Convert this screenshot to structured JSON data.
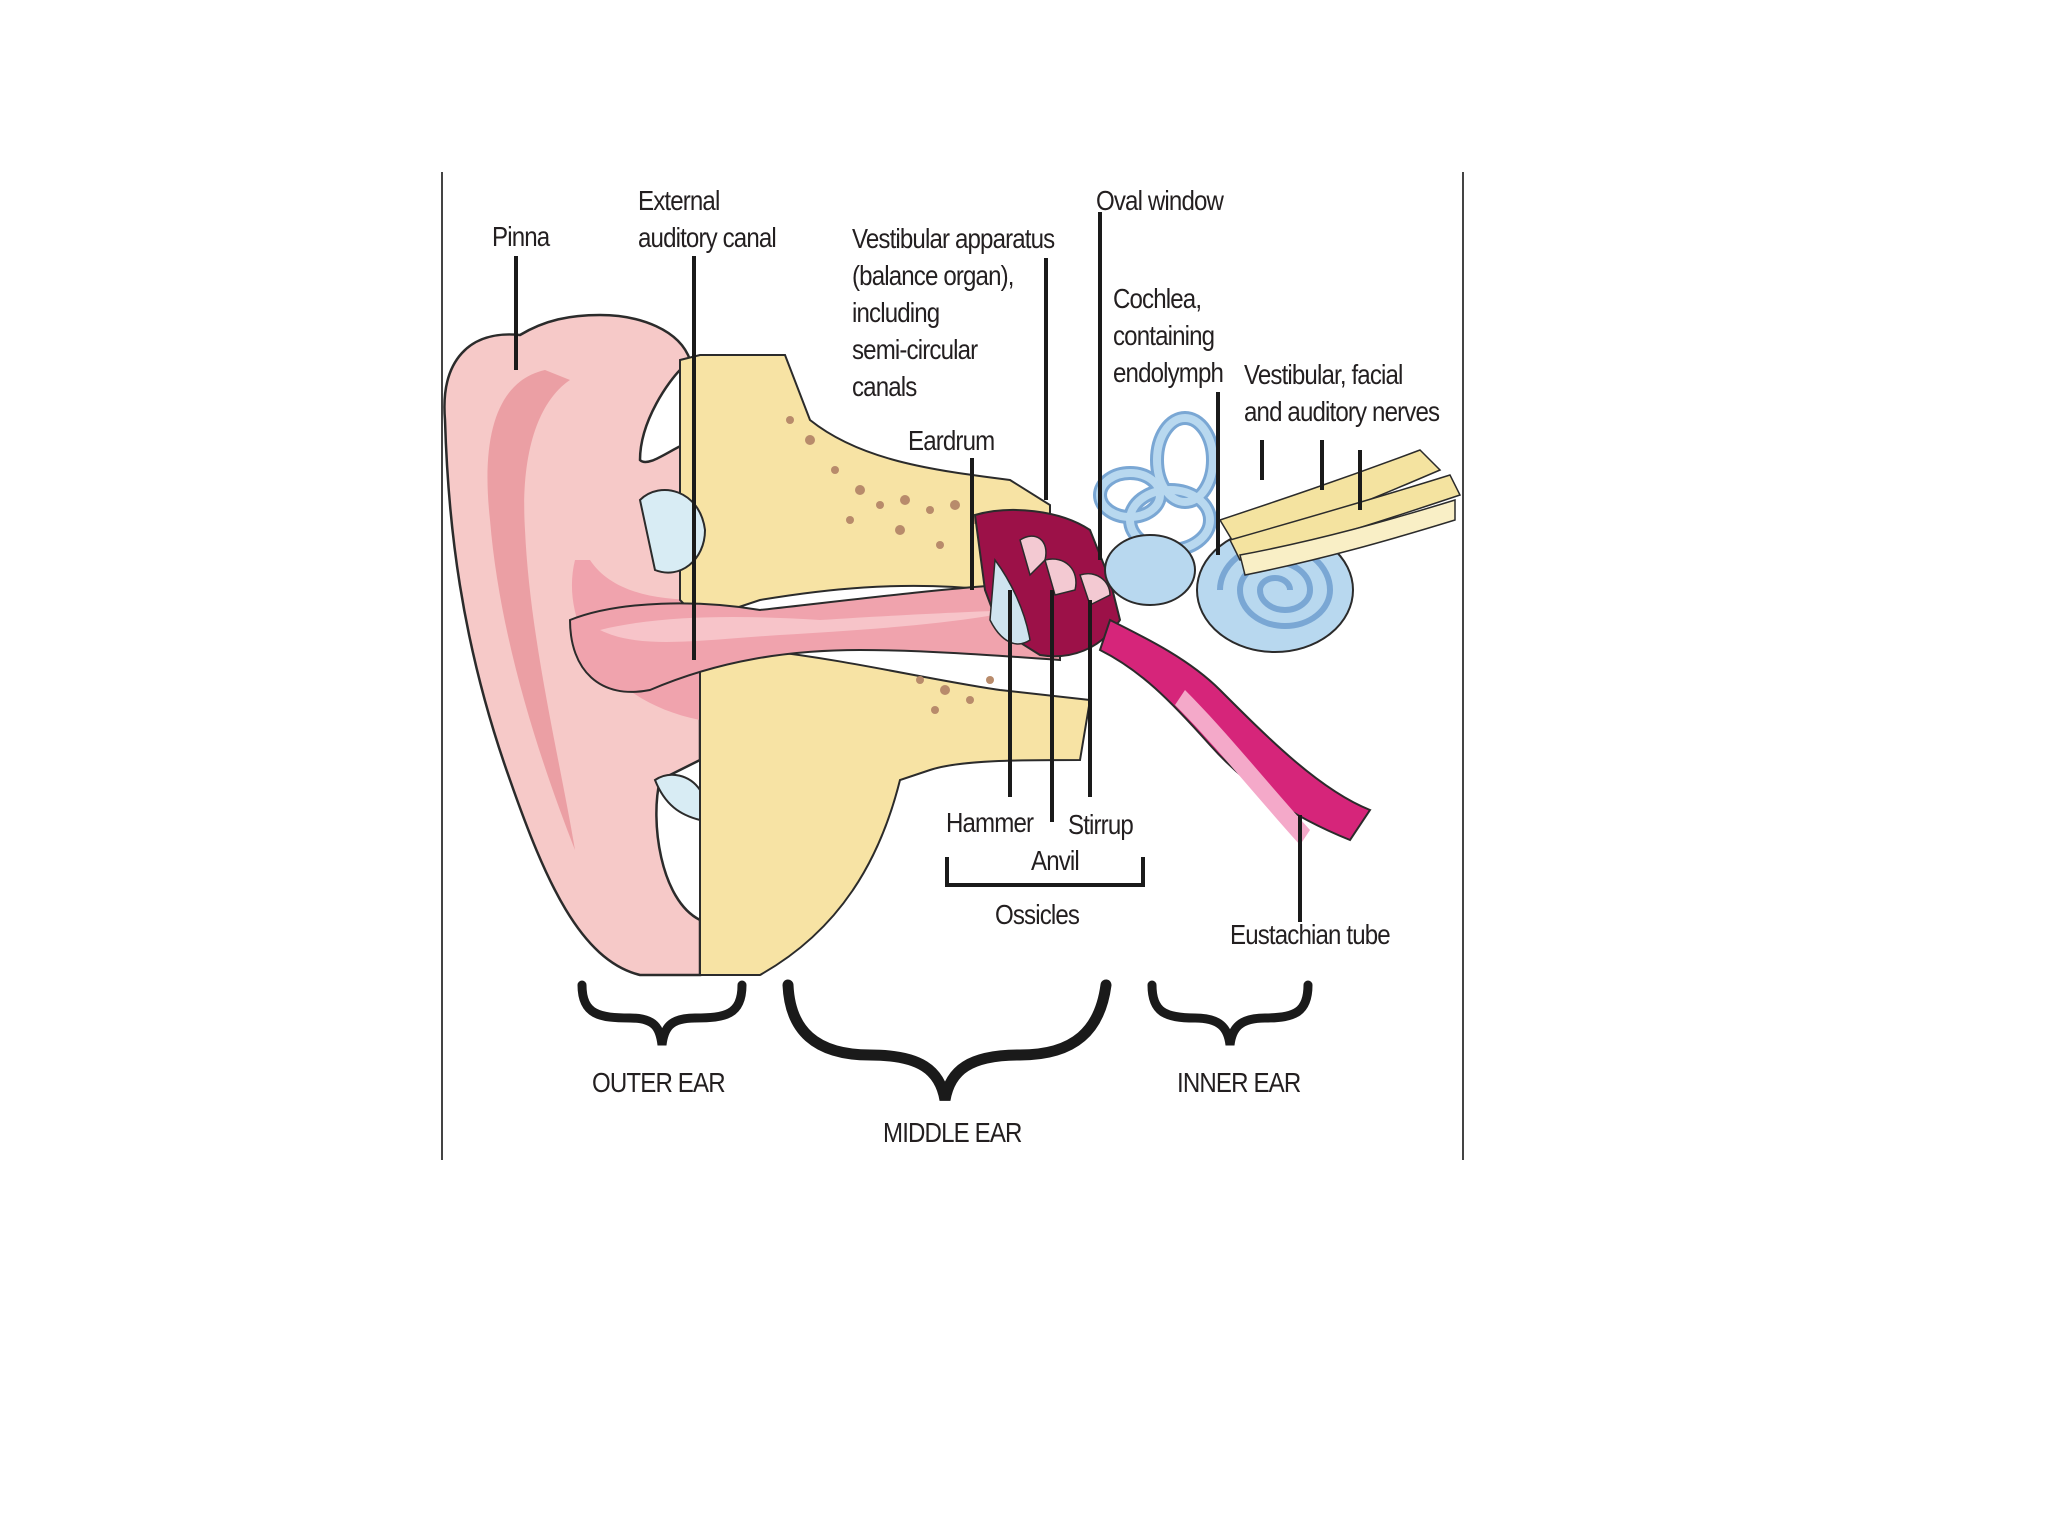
{
  "labels": {
    "pinna": "Pinna",
    "external_canal": [
      "External",
      "auditory canal"
    ],
    "vestibular_apparatus": [
      "Vestibular apparatus",
      "(balance organ),",
      "including",
      "semi-circular",
      "canals"
    ],
    "oval_window": "Oval window",
    "cochlea": [
      "Cochlea,",
      "containing",
      "endolymph"
    ],
    "nerves": [
      "Vestibular, facial",
      "and auditory nerves"
    ],
    "eardrum": "Eardrum",
    "hammer": "Hammer",
    "anvil": "Anvil",
    "stirrup": "Stirrup",
    "ossicles": "Ossicles",
    "eustachian_tube": "Eustachian tube"
  },
  "sections": {
    "outer": "OUTER EAR",
    "middle": "MIDDLE EAR",
    "inner": "INNER EAR"
  },
  "colors": {
    "skin": "#f6c9c8",
    "skin_dark": "#e8959b",
    "canal": "#f0a3ad",
    "bone": "#f7e3a4",
    "bone_spots": "#b88b6b",
    "middle_ear": "#9c1148",
    "eustachian": "#d6257a",
    "inner_ear": "#b8d8ef",
    "inner_ear_dark": "#7aa7d4",
    "nerve": "#f4e3a0",
    "line": "#1a1a1a"
  }
}
